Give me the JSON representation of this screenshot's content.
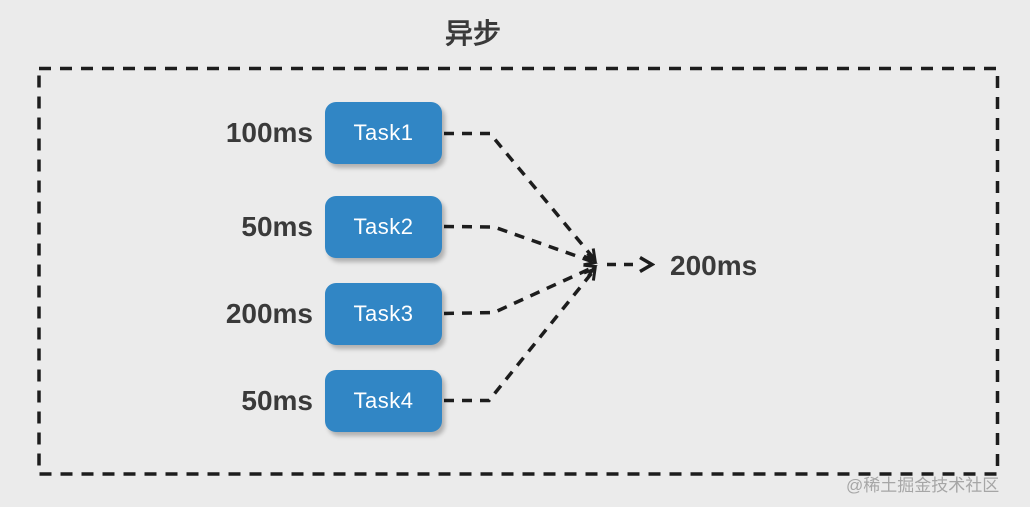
{
  "title": "异步",
  "diagram": {
    "tasks": [
      {
        "name": "Task1",
        "duration": "100ms"
      },
      {
        "name": "Task2",
        "duration": "50ms"
      },
      {
        "name": "Task3",
        "duration": "200ms"
      },
      {
        "name": "Task4",
        "duration": "50ms"
      }
    ],
    "result_label": "200ms"
  },
  "watermark": "@稀土掘金技术社区",
  "colors": {
    "background": "#ebebeb",
    "task_fill": "#3186c5",
    "task_text": "#ffffff",
    "line": "#1d1d1d",
    "label_text": "#3a3a3a",
    "watermark_text": "#a6a6a6"
  }
}
